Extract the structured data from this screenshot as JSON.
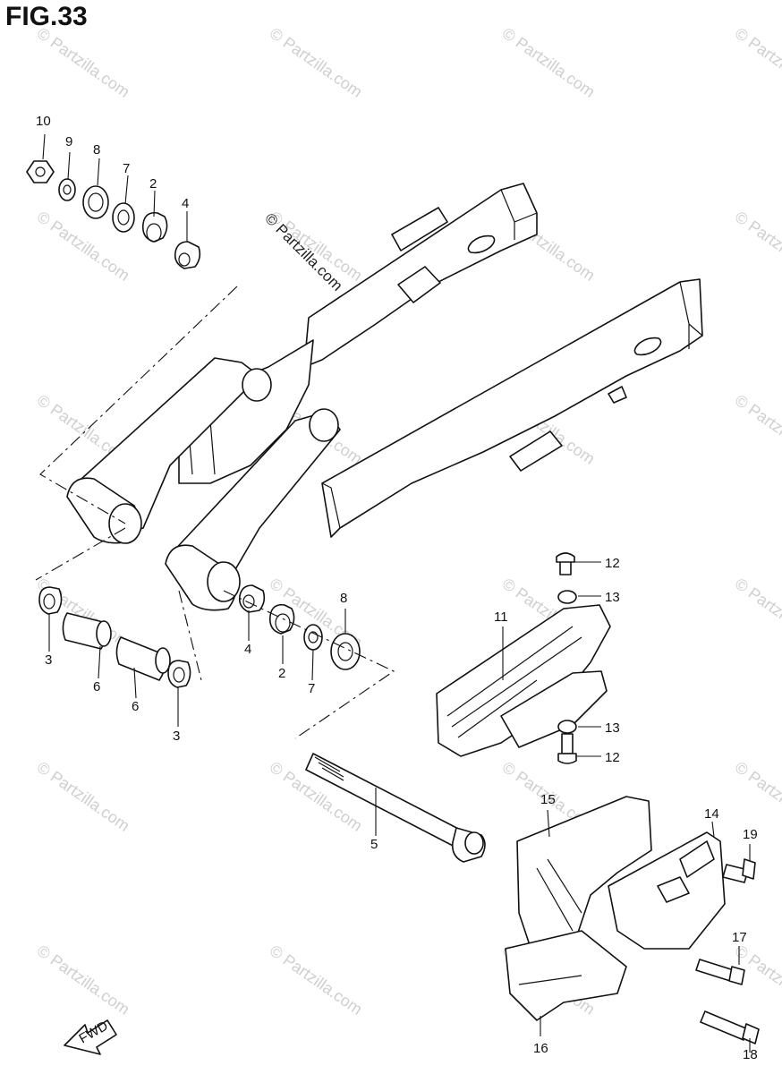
{
  "figure": {
    "title": "FIG.33"
  },
  "watermark": {
    "text": "© Partzilla.com",
    "center_text": "© Partzilla.com"
  },
  "fwd_label": "FWD",
  "callouts": [
    {
      "id": "c10a",
      "label": "10"
    },
    {
      "id": "c9",
      "label": "9"
    },
    {
      "id": "c8a",
      "label": "8"
    },
    {
      "id": "c7a",
      "label": "7"
    },
    {
      "id": "c2a",
      "label": "2"
    },
    {
      "id": "c4a",
      "label": "4"
    },
    {
      "id": "c3a",
      "label": "3"
    },
    {
      "id": "c6a",
      "label": "6"
    },
    {
      "id": "c6b",
      "label": "6"
    },
    {
      "id": "c3b",
      "label": "3"
    },
    {
      "id": "c4b",
      "label": "4"
    },
    {
      "id": "c2b",
      "label": "2"
    },
    {
      "id": "c7b",
      "label": "7"
    },
    {
      "id": "c8b",
      "label": "8"
    },
    {
      "id": "c5",
      "label": "5"
    },
    {
      "id": "c12a",
      "label": "12"
    },
    {
      "id": "c13a",
      "label": "13"
    },
    {
      "id": "c11",
      "label": "11"
    },
    {
      "id": "c13b",
      "label": "13"
    },
    {
      "id": "c12b",
      "label": "12"
    },
    {
      "id": "c15",
      "label": "15"
    },
    {
      "id": "c14",
      "label": "14"
    },
    {
      "id": "c19",
      "label": "19"
    },
    {
      "id": "c17",
      "label": "17"
    },
    {
      "id": "c16",
      "label": "16"
    },
    {
      "id": "c18",
      "label": "18"
    }
  ]
}
